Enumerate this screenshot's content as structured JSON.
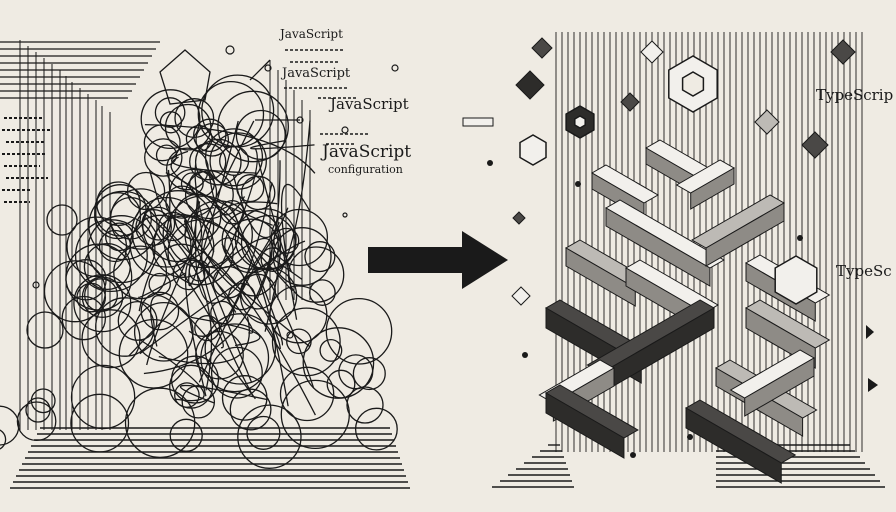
{
  "left_panel": {
    "labels": [
      "JavaScript",
      "JavaScript",
      "JavaScript",
      "JavaScript",
      "configuration"
    ]
  },
  "right_panel": {
    "labels": [
      "TypeScrip",
      "TypeSc"
    ]
  },
  "colors": {
    "background": "#efebe3",
    "ink": "#1a1a1a",
    "block_light": "#f2f0ec",
    "block_mid": "#bdbab5",
    "block_dark": "#4a4846"
  },
  "icons": [
    "tangled-lines",
    "arrow-right",
    "isometric-blocks",
    "diamond",
    "hexagon"
  ]
}
